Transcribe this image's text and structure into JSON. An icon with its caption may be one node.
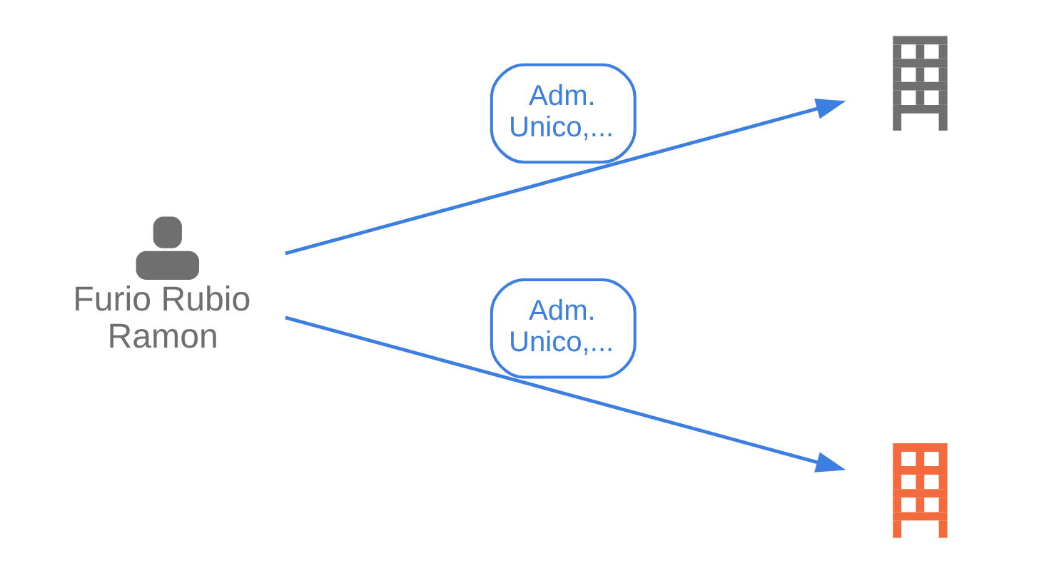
{
  "diagram": {
    "nodes": [
      {
        "text": [],
        "shape": "building"
      },
      {
        "text": [
          "Furio Rubio Ramon"
        ]
      },
      {
        "text": [],
        "shape": "building"
      }
    ],
    "edges": [
      {
        "from": 1,
        "to": 0,
        "arrow": "to",
        "label": "Adm. Unico,..."
      },
      {
        "from": 1,
        "to": 2,
        "arrow": "to",
        "label": "Adm. Unico,..."
      }
    ]
  }
}
